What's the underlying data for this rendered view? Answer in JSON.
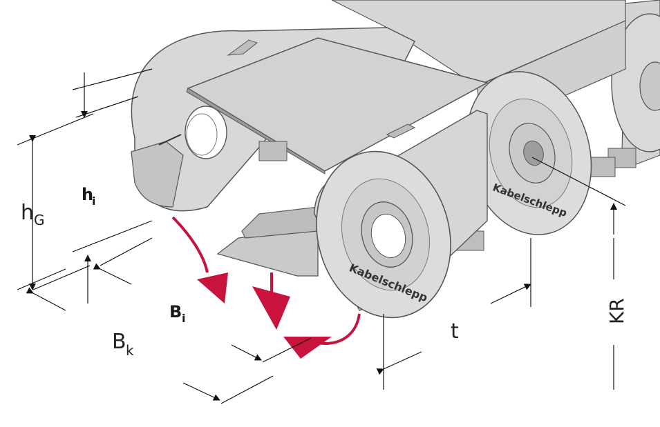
{
  "labels": {
    "h_G": {
      "main": "h",
      "sub": "G"
    },
    "h_i": {
      "main": "h",
      "sub": "i"
    },
    "B_i": {
      "main": "B",
      "sub": "i"
    },
    "B_k": {
      "main": "B",
      "sub": "k"
    },
    "t": "t",
    "KR": "KR"
  },
  "brand": "Kabelschlepp",
  "colors": {
    "chain_fill": "#dcdcdc",
    "chain_dark": "#a9a9a9",
    "chain_edge": "#555555",
    "accent_arrow": "#c8143c",
    "dim_line": "#111111"
  }
}
